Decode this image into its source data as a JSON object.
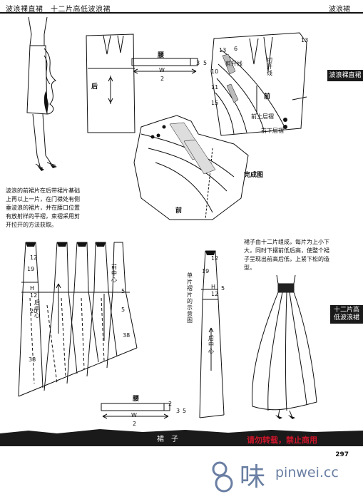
{
  "header": {
    "left_title": "波浪裸直裙　十二片高低波浪裙",
    "right_title": "波浪裙"
  },
  "side_tabs": {
    "top": "波浪裸直裙",
    "bottom_line1": "十二片高",
    "bottom_line2": "低波浪裙"
  },
  "captions": {
    "upper": "波浪的前裙片在后带裙片基础上再以上一片，在门襟处有侧垂波浪的裙片，并在腰口位置有放射样的平褶，束褶采用剪开拉开的方法获取。",
    "lower": "裙子由十二片组成，每片为上小下大，同时下摆前低后高，使整个裙子呈现出前高后低，上紧下松的造型。"
  },
  "upper_pattern": {
    "waist_label": "腰",
    "w_label": "W",
    "half_label": "2",
    "num_3": "3",
    "num_5": "5",
    "back_label": "后",
    "front_label": "前",
    "complete_label": "完成图",
    "cut_line": "剪开线",
    "cut_line2": "切开线",
    "front_center_up": "前上层褶",
    "front_center_down": "前下层褶",
    "n13a": "13",
    "n13b": "13",
    "n6": "6",
    "n10": "10",
    "n11": "11",
    "n15": "15"
  },
  "lower_pattern": {
    "n19": "19",
    "n12": "12",
    "h_label": "H",
    "n12b": "12",
    "back_center": "后中心",
    "front_center": "前中心",
    "n20": "20",
    "n5a": "5",
    "n5b": "5",
    "n38a": "38",
    "n38b": "38",
    "waist_label": "腰",
    "w_label": "W",
    "half_label": "2",
    "n2": "2",
    "n3": "3",
    "n5c": "5",
    "single_note": "单片褶片的示意图",
    "single_n19": "19",
    "single_n12": "12",
    "single_h": "H",
    "single_n12b": "12",
    "single_n5": "5",
    "single_back_center": "后中心"
  },
  "footer": {
    "section": "裙　子",
    "warning": "请勿转载，禁止商用",
    "page": "297",
    "watermark_text": "pinwei.cc",
    "watermark_char": "味"
  }
}
